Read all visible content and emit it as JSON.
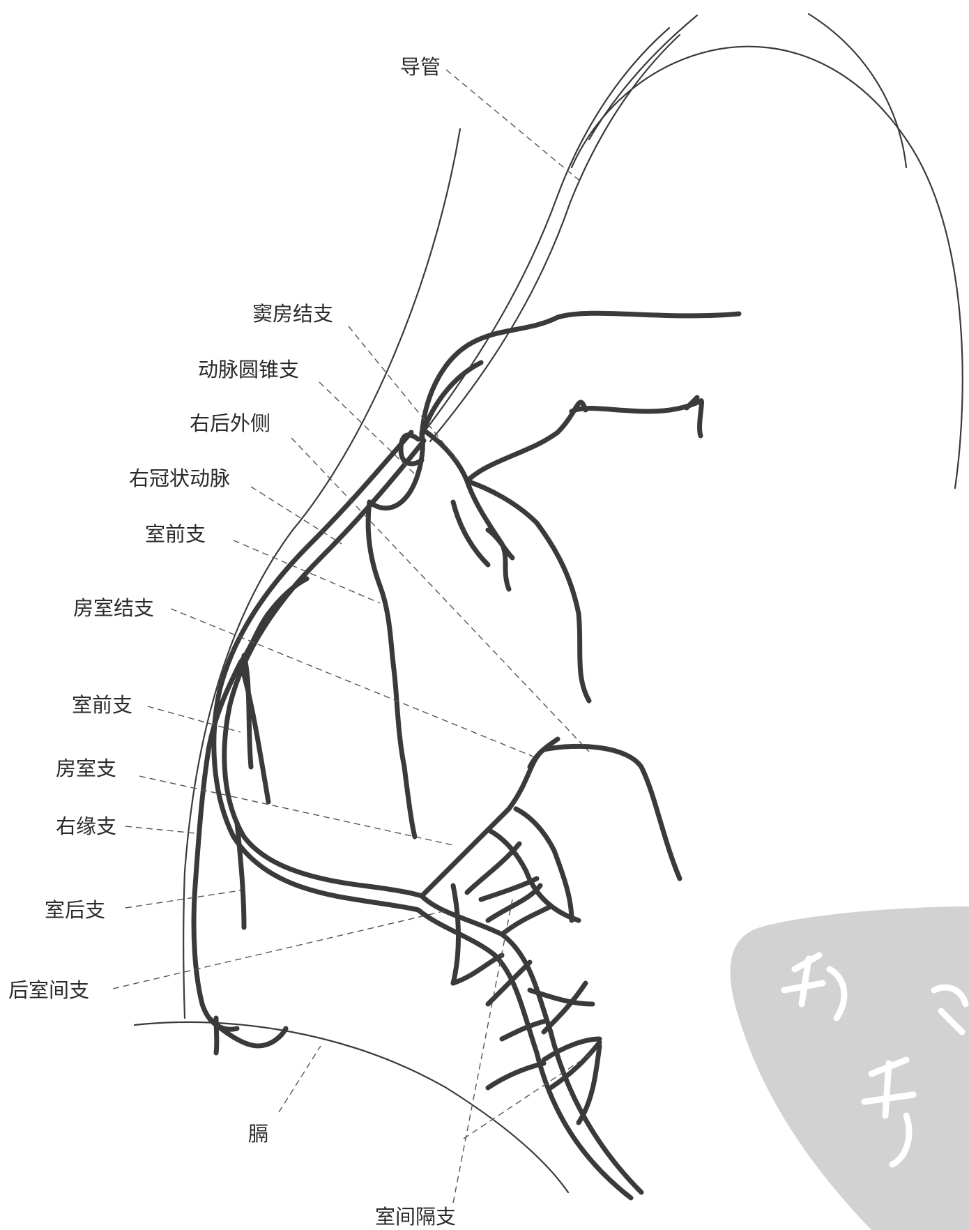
{
  "labels": {
    "catheter": "导管",
    "sinoatrial_branch": "窦房结支",
    "conus_branch": "动脉圆锥支",
    "right_posterolateral": "右后外侧",
    "right_coronary_artery": "右冠状动脉",
    "anterior_ventricular_branch_1": "室前支",
    "atrioventricular_node_branch": "房室结支",
    "anterior_ventricular_branch_2": "室前支",
    "atrioventricular_branch": "房室支",
    "right_marginal_branch": "右缘支",
    "posterior_ventricular_branch": "室后支",
    "posterior_interventricular_branch": "后室间支",
    "diaphragm": "膈",
    "septal_branches": "室间隔支"
  },
  "colors": {
    "vessel": "#3a3a3a",
    "leader": "#555555",
    "stamp": "#d2d2d2",
    "background": "#ffffff"
  }
}
